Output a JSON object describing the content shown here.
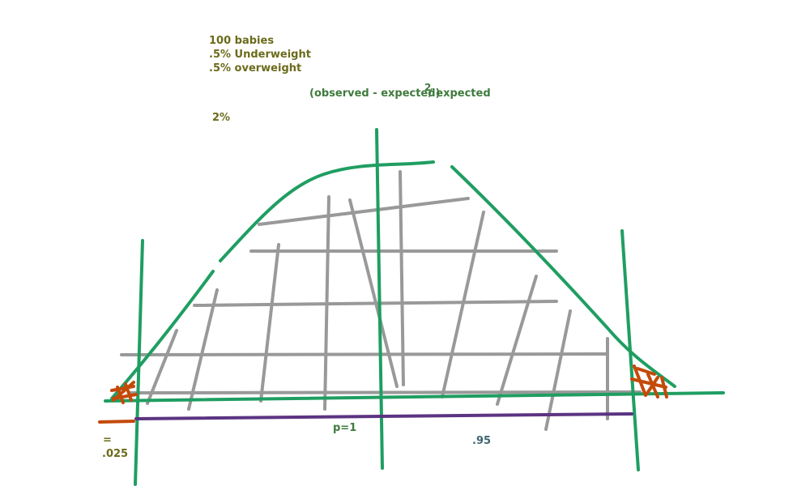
{
  "notes": {
    "babies": "100 babies",
    "underweight": ".5% Underweight",
    "overweight": ".5% overweight",
    "formula": "(observed - expected)",
    "formula_exponent": "2",
    "formula_divisor": "/ expected",
    "two_percent": "2%",
    "p_equals_one": "p=1",
    "ninety_five": ".95",
    "equals_sign": "=",
    "point_025": ".025"
  },
  "colors": {
    "curve_green": "#1f9e62",
    "hatch_gray": "#999999",
    "tail_orange": "#c44a08",
    "baseline_purple": "#5c3482",
    "text_olive": "#6b6b1c",
    "text_green": "#3f7a3c",
    "text_slate": "#3f6670"
  }
}
